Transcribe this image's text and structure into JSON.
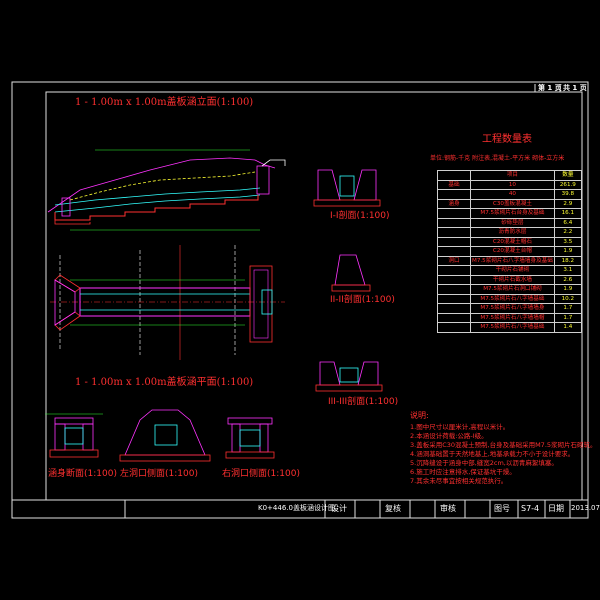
{
  "sheet": {
    "page_no": "第 1 页",
    "page_total": "共 1 页"
  },
  "elevation": {
    "title": "1 - 1.00m x 1.00m盖板涵立面(1:100)"
  },
  "plan": {
    "title": "1 - 1.00m x 1.00m盖板涵平面(1:100)"
  },
  "sections": {
    "s1": "I-I剖面(1:100)",
    "s2": "II-II剖面(1:100)",
    "s3": "III-III剖面(1:100)",
    "body": "涵身断面(1:100)",
    "left_portal": "左洞口侧面(1:100)",
    "right_portal": "右洞口侧面(1:100)"
  },
  "quantity": {
    "title": "工程数量表",
    "unit_note": "单位:钢筋-千克 附注表,混凝土-平方米 砌体-立方米",
    "header": [
      "项目",
      "",
      "数量"
    ],
    "rows": [
      {
        "group": "基础",
        "item": "10",
        "value": "261.9"
      },
      {
        "group": "",
        "item": "40",
        "value": "39.8"
      },
      {
        "group": "涵身",
        "item": "C30盖板混凝土",
        "value": "2.9"
      },
      {
        "group": "",
        "item": "M7.5浆砌片石台身及基础",
        "value": "16.1"
      },
      {
        "group": "",
        "item": "砂砾垫层",
        "value": "6.4"
      },
      {
        "group": "",
        "item": "沥青防水层",
        "value": "2.2"
      },
      {
        "group": "",
        "item": "C20混凝土帽石",
        "value": "3.5"
      },
      {
        "group": "",
        "item": "C20混凝土台帽",
        "value": "1.9"
      },
      {
        "group": "洞口",
        "item": "M7.5浆砌片石八字墙墙身及基础",
        "value": "18.2"
      },
      {
        "group": "",
        "item": "干砌片石铺砌",
        "value": "3.1"
      },
      {
        "group": "",
        "item": "干砌片石截水墙",
        "value": "2.6"
      },
      {
        "group": "",
        "item": "M7.5浆砌片石洞口铺砌",
        "value": "1.9"
      },
      {
        "group": "",
        "item": "M7.5浆砌片石八字墙基础",
        "value": "10.2"
      },
      {
        "group": "",
        "item": "M7.5浆砌片石八字墙墙身",
        "value": "1.7"
      },
      {
        "group": "",
        "item": "M7.5浆砌片石八字墙墙帽",
        "value": "1.7"
      },
      {
        "group": "",
        "item": "M7.5浆砌片石八字墙基础",
        "value": "1.4"
      }
    ]
  },
  "notes": {
    "title": "说明:",
    "lines": [
      "1.图中尺寸以厘米计,高程以米计。",
      "2.本涵设计荷载:公路-I级。",
      "3.盖板采用C30混凝土预制,台身及基础采用M7.5浆砌片石砌筑。",
      "4.涵洞基础置于天然地基上,地基承载力不小于设计要求。",
      "5.沉降缝设于涵身中部,缝宽2cm,以沥青麻絮填塞。",
      "6.施工时应注意排水,保证基坑干燥。",
      "7.其余未尽事宜按相关规范执行。"
    ]
  },
  "title_block": {
    "project": "K0+446.0盖板涵设计图",
    "design": "设计",
    "check": "复核",
    "review": "审核",
    "drawing_no_label": "图号",
    "drawing_no": "S7-4",
    "date_label": "日期",
    "date": "2013.07"
  },
  "colors": {
    "background": "#000000",
    "frame": "#ffffff",
    "red": "#ff3030",
    "yellow": "#ffff33",
    "magenta": "#ff33ff",
    "cyan": "#33ffff",
    "green": "#33ff33"
  }
}
